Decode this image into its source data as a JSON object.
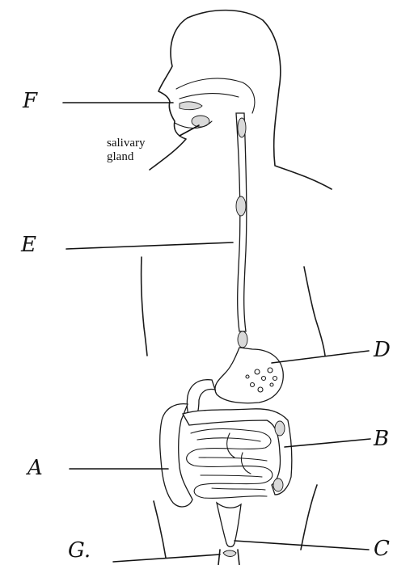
{
  "labels": {
    "A": "A",
    "B": "B",
    "C": "C",
    "D": "D",
    "E": "E",
    "F": "F",
    "G": "G."
  },
  "annotation": {
    "line1": "salivary",
    "line2": "gland"
  }
}
